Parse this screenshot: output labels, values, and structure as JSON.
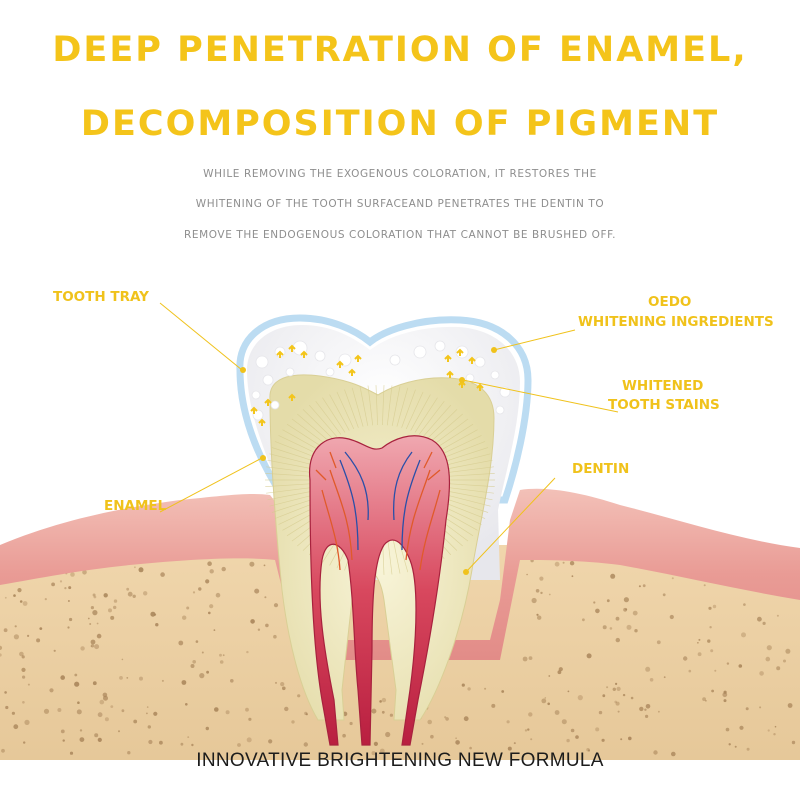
{
  "headline": {
    "line1": "DEEP PENETRATION OF ENAMEL,",
    "line2": "DECOMPOSITION OF PIGMENT"
  },
  "description": [
    "WHILE REMOVING THE EXOGENOUS COLORATION, IT RESTORES THE",
    "WHITENING OF THE TOOTH SURFACEAND PENETRATES THE DENTIN TO",
    "REMOVE THE ENDOGENOUS COLORATION THAT CANNOT BE BRUSHED OFF."
  ],
  "labels": {
    "tooth_tray": "TOOTH TRAY",
    "enamel": "ENAMEL",
    "ingredients_line1": "OEDO",
    "ingredients_line2": "WHITENING INGREDIENTS",
    "stains_line1": "WHITENED",
    "stains_line2": "TOOTH STAINS",
    "dentin": "DENTIN"
  },
  "footer": "INNOVATIVE BRIGHTENING NEW FORMULA",
  "colors": {
    "headline": "#f4c41a",
    "label": "#f0c21b",
    "bone": "#ead0a4",
    "gum": "#e8a09a",
    "pulp": "#c9304f",
    "dentin": "#eee9bf",
    "tray": "#b9d9ef"
  }
}
